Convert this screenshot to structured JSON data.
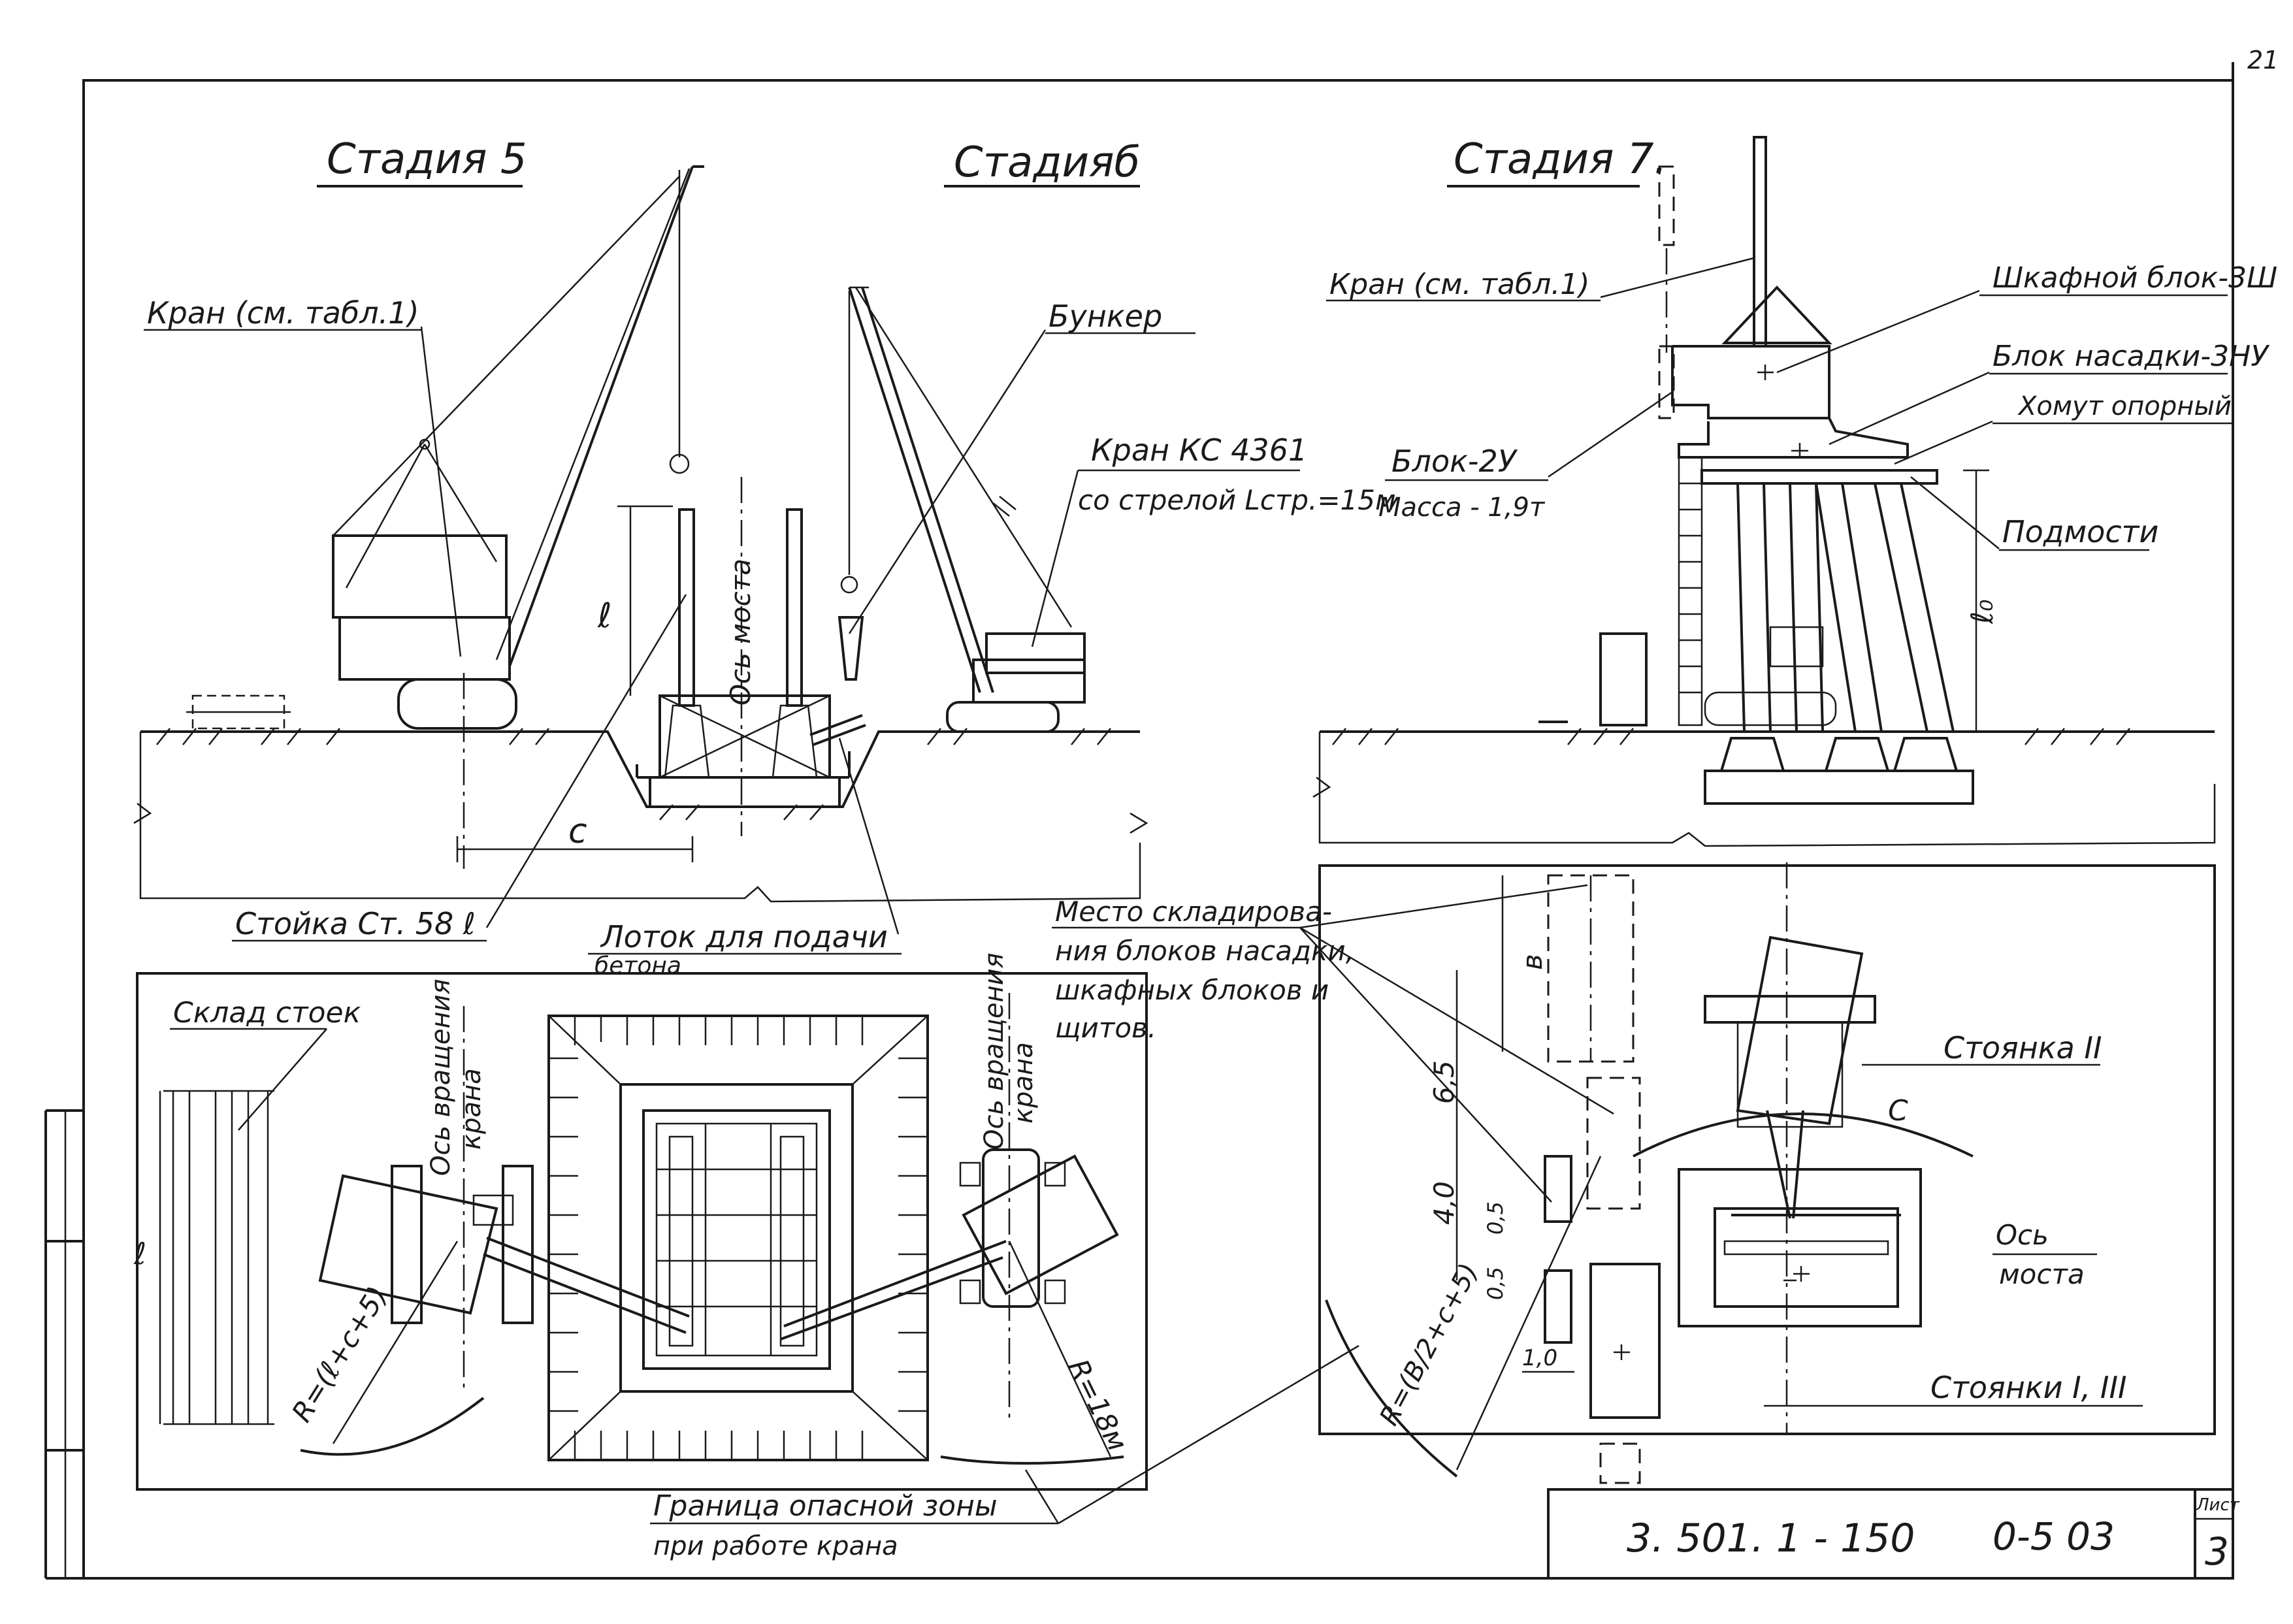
{
  "page_corner": "21",
  "stages": {
    "stage5": "Стадия 5",
    "stage6": "Стадияб",
    "stage7": "Стадия 7."
  },
  "labels": {
    "crane_stage5": "Кран (см. табл.1)",
    "crane_stage7": "Кран (см. табл.1)",
    "bunker": "Бункер",
    "crane_ks_1": "Кран КС 4361",
    "crane_ks_2": "со стрелой Lстр.=15м",
    "bridge_axis_v": "Ось моста",
    "post": "Стойка Ст. 58 ℓ",
    "chute_1": "Лоток для подачи",
    "chute_2": "бетона",
    "cabinet_block": "Шкафной блок-3Ш",
    "nozzle_block": "Блок насадки-3НУ",
    "clamp": "Хомут опорный",
    "block_2u": "Блок-2У",
    "mass": "Масса - 1,9т",
    "scaffold": "Подмости",
    "storage_1": "Место складирова-",
    "storage_2": "ния блоков насадки,",
    "storage_3": "шкафных блоков и",
    "storage_4": "щитов.",
    "post_storage": "Склад стоек",
    "rot_axis_left_1": "Ось вращения",
    "rot_axis_left_2": "крана",
    "rot_axis_right_1": "Ось вращения",
    "rot_axis_right_2": "крана",
    "stand_2": "Стоянка II",
    "stands_1_3": "Стоянки I, III",
    "bridge_axis_1": "Ось",
    "bridge_axis_2": "моста",
    "danger_1": "Граница опасной зоны",
    "danger_2": "при работе крана"
  },
  "dimensions": {
    "l": "ℓ",
    "c": "c",
    "l0": "ℓ₀",
    "b": "в",
    "d65": "6,5",
    "d40": "4,0",
    "d05a": "0,5",
    "d05b": "0,5",
    "d10": "1,0",
    "c2": "С",
    "r_left": "R=(ℓ+c+5)",
    "r_mid": "R=18м",
    "r_right": "R=(B/2+c+5)"
  },
  "title_block": {
    "code": "3. 501. 1 - 150",
    "doc": "0-5 03",
    "sheet_label": "Лист",
    "sheet_no": "3"
  }
}
